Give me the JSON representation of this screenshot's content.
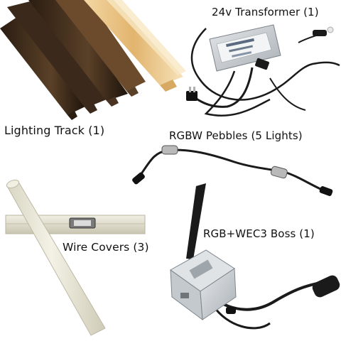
{
  "products": {
    "transformer": {
      "label": "24v Transformer (1)"
    },
    "track": {
      "label": "Lighting Track (1)"
    },
    "pebbles": {
      "label": "RGBW Pebbles (5 Lights)"
    },
    "boss": {
      "label": "RGB+WEC3 Boss (1)"
    },
    "covers": {
      "label": "Wire Covers (3)"
    }
  },
  "colors": {
    "background": "#ffffff",
    "text": "#111111",
    "track_dark": "#3a2a1c",
    "track_mid": "#8a6a40",
    "track_light": "#e8c48a",
    "cable": "#1a1a1a",
    "transformer_body": "#cfd3d6",
    "wire_cover": "#e9e6d6"
  }
}
